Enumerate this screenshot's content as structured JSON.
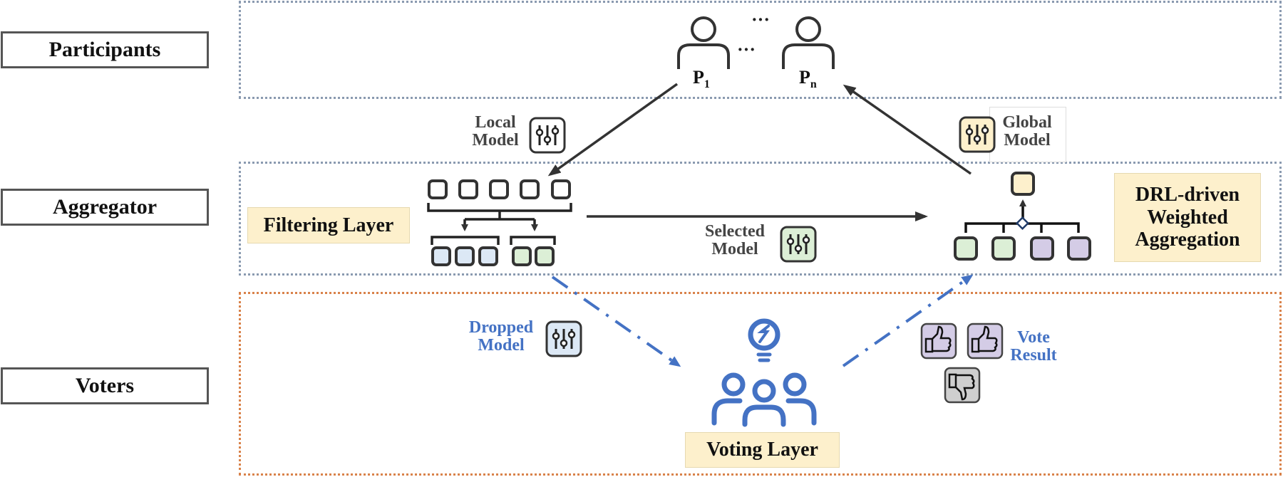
{
  "roles": {
    "participants": "Participants",
    "aggregator": "Aggregator",
    "voters": "Voters"
  },
  "participants": {
    "first_label": "P",
    "first_sub": "1",
    "last_label": "P",
    "last_sub": "n",
    "ellipsis": "···"
  },
  "labels": {
    "local_model_line1": "Local",
    "local_model_line2": "Model",
    "global_model_line1": "Global",
    "global_model_line2": "Model",
    "selected_model_line1": "Selected",
    "selected_model_line2": "Model",
    "dropped_model_line1": "Dropped",
    "dropped_model_line2": "Model",
    "vote_result_line1": "Vote",
    "vote_result_line2": "Result"
  },
  "layers": {
    "filtering": "Filtering Layer",
    "aggregation_line1": "DRL-driven",
    "aggregation_line2": "Weighted",
    "aggregation_line3": "Aggregation",
    "voting": "Voting Layer"
  },
  "icons": {
    "participant": "person-icon",
    "model": "sliders-icon",
    "voters": "voters-lightbulb-icon",
    "thumbs_up": "thumbs-up-icon",
    "thumbs_down": "thumbs-down-icon"
  },
  "colors": {
    "dark": "#333333",
    "accent_blue": "#4472c4",
    "zone_blue": "#8a9ab0",
    "zone_orange": "#d9824a",
    "tag_fill": "#fdf0cc",
    "local_model_fill": "#ffffff",
    "global_model_fill": "#fdf0cc",
    "selected_model_fill": "#dcefd6",
    "dropped_model_fill": "#dce8f5",
    "purple_fill": "#d4cce6",
    "gray_fill": "#cfcfcf"
  }
}
